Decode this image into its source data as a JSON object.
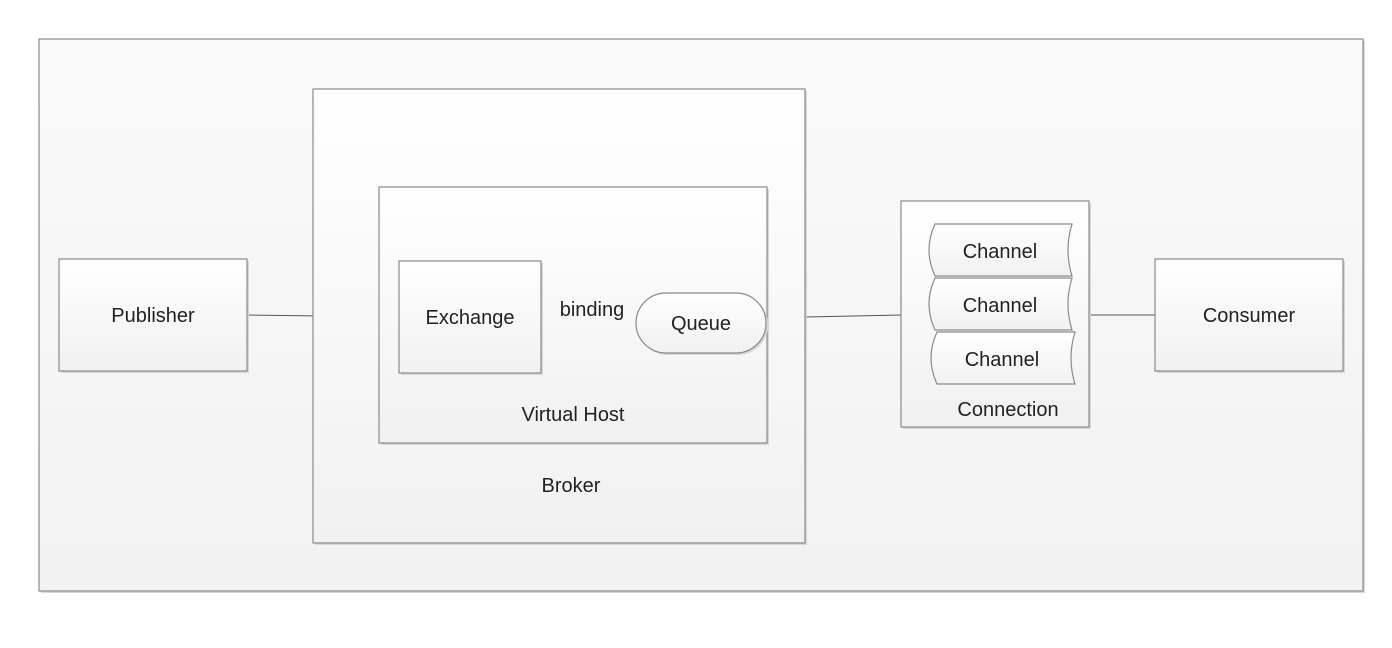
{
  "diagram": {
    "publisher": "Publisher",
    "broker": "Broker",
    "virtual_host": "Virtual Host",
    "exchange": "Exchange",
    "binding": "binding",
    "queue": "Queue",
    "connection": "Connection",
    "channels": [
      "Channel",
      "Channel",
      "Channel"
    ],
    "consumer": "Consumer"
  }
}
